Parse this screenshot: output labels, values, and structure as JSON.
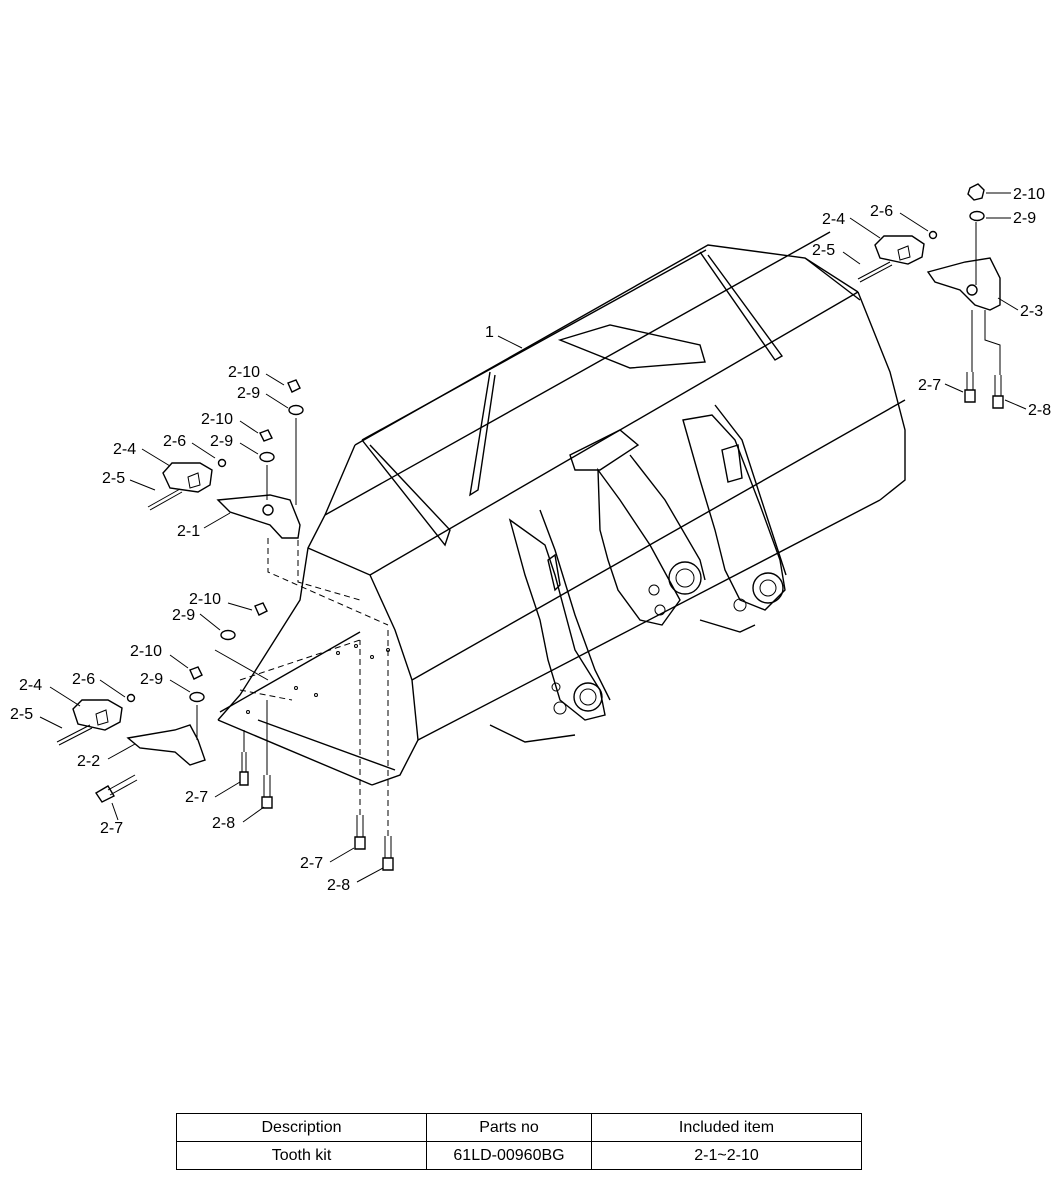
{
  "diagram": {
    "labels": {
      "main": "1",
      "l2_10a": "2-10",
      "l2_9a": "2-9",
      "l2_10b": "2-10",
      "l2_9b": "2-9",
      "l2_4a": "2-4",
      "l2_6a": "2-6",
      "l2_5a": "2-5",
      "l2_1": "2-1",
      "l2_10c": "2-10",
      "l2_9c": "2-9",
      "l2_10d": "2-10",
      "l2_9d": "2-9",
      "l2_4b": "2-4",
      "l2_6b": "2-6",
      "l2_5b": "2-5",
      "l2_2": "2-2",
      "l2_7a": "2-7",
      "l2_7b": "2-7",
      "l2_8a": "2-8",
      "l2_7c": "2-7",
      "l2_8b": "2-8",
      "r2_10": "2-10",
      "r2_9": "2-9",
      "r2_6": "2-6",
      "r2_4": "2-4",
      "r2_5": "2-5",
      "r2_3": "2-3",
      "r2_7": "2-7",
      "r2_8": "2-8"
    }
  },
  "table": {
    "headers": [
      "Description",
      "Parts no",
      "Included item"
    ],
    "rows": [
      [
        "Tooth kit",
        "61LD-00960BG",
        "2-1~2-10"
      ]
    ]
  }
}
